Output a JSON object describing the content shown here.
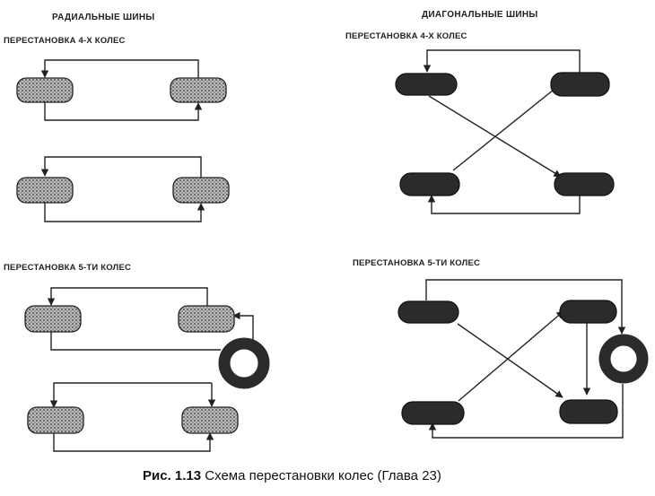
{
  "headings": {
    "radial": "РАДИАЛЬНЫЕ ШИНЫ",
    "diagonal": "ДИАГОНАЛЬНЫЕ ШИНЫ"
  },
  "sections": {
    "radial_four": "ПЕРЕСТАНОВКА 4-Х КОЛЕС",
    "diagonal_four": "ПЕРЕСТАНОВКА 4-Х КОЛЕС",
    "radial_five": "ПЕРЕСТАНОВКА 5-ТИ КОЛЕС",
    "diagonal_five": "ПЕРЕСТАНОВКА 5-ТИ КОЛЕС"
  },
  "caption": {
    "number": "Рис. 1.13",
    "text": "Схема перестановки колес (Глава 23)"
  },
  "colors": {
    "line": "#222222",
    "tire_dark": "#2b2b2b"
  }
}
